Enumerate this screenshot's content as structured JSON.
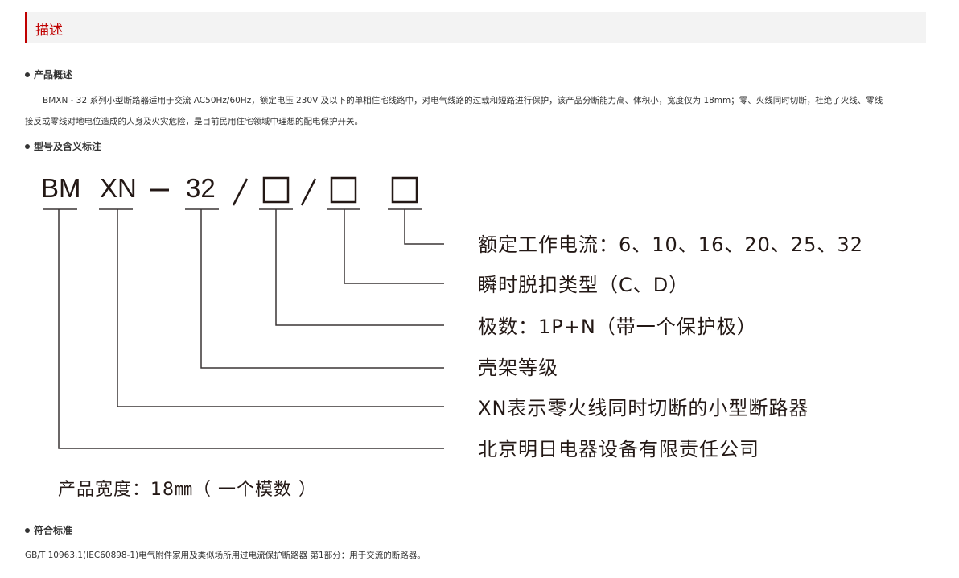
{
  "section": {
    "title": "描述",
    "accent_color": "#c00000",
    "bg_color": "#f3f3f3"
  },
  "overview": {
    "heading": "产品概述",
    "text_line1": "BMXN - 32 系列小型断路器适用于交流 AC50Hz/60Hz，额定电压 230V 及以下的单相住宅线路中，对电气线路的过载和短路进行保护，该产品分断能力高、体积小，宽度仅为 18mm；零、火线同时切断，杜绝了火线、零线",
    "text_line2": "接反或零线对地电位造成的人身及火灾危险，是目前民用住宅领域中理想的配电保护开关。"
  },
  "model": {
    "heading": "型号及含义标注",
    "code_parts": [
      "BM",
      "XN",
      "—",
      "32",
      "/",
      "□",
      "/",
      "□",
      "□"
    ],
    "labels": [
      "额定工作电流：6、10、16、20、25、32",
      "瞬时脱扣类型（C、D）",
      "极数：1P+N（带一个保护极）",
      "壳架等级",
      "XN表示零火线同时切断的小型断路器",
      "北京明日电器设备有限责任公司"
    ],
    "width_note": "产品宽度：18㎜（ 一个模数 ）"
  },
  "standard": {
    "heading": "符合标准",
    "text": "GB/T 10963.1(IEC60898-1)电气附件家用及类似场所用过电流保护断路器 第1部分：用于交流的断路器。"
  }
}
